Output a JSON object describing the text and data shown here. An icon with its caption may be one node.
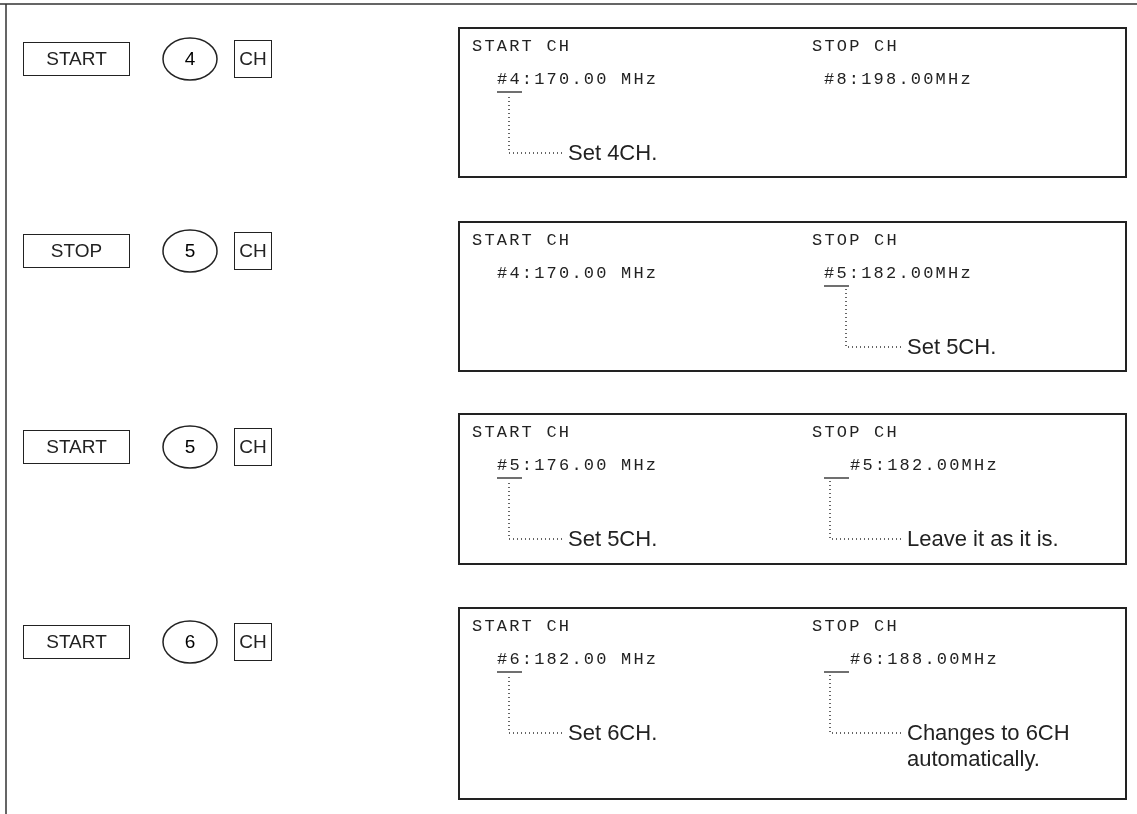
{
  "diagram": {
    "nodes": [
      {
        "text": [
          "START"
        ]
      },
      {
        "text": [
          "4"
        ]
      },
      {
        "text": [
          "CH"
        ]
      },
      {
        "text": [
          "START CH",
          "STOP CH",
          "#4:170.00 MHz",
          "#8:198.00MHz"
        ]
      },
      {
        "text": [
          "Set 4CH."
        ],
        "in": 3
      },
      {
        "text": [
          "STOP"
        ]
      },
      {
        "text": [
          "5"
        ]
      },
      {
        "text": [
          "CH"
        ]
      },
      {
        "text": [
          "START CH",
          "STOP CH",
          "#4:170.00 MHz",
          "#5:182.00MHz"
        ]
      },
      {
        "text": [
          "Set 5CH."
        ],
        "in": 8
      },
      {
        "text": [
          "START"
        ]
      },
      {
        "text": [
          "5"
        ]
      },
      {
        "text": [
          "CH"
        ]
      },
      {
        "text": [
          "START CH",
          "STOP CH",
          "#5:176.00 MHz",
          "#5:182.00MHz"
        ]
      },
      {
        "text": [
          "Set 5CH."
        ],
        "in": 13
      },
      {
        "text": [
          "Leave it as it is."
        ],
        "in": 13
      },
      {
        "text": [
          "START"
        ]
      },
      {
        "text": [
          "6"
        ]
      },
      {
        "text": [
          "CH"
        ]
      },
      {
        "text": [
          "START CH",
          "STOP CH",
          "#6:182.00 MHz",
          "#6:188.00MHz"
        ]
      },
      {
        "text": [
          "Set 6CH."
        ],
        "in": 19
      },
      {
        "text": [
          "Changes to 6CH automatically."
        ],
        "in": 19
      }
    ],
    "edges": [
      {
        "from": 4,
        "to": null,
        "arrow": "none",
        "style": "dashed"
      },
      {
        "from": 9,
        "to": null,
        "arrow": "none",
        "style": "dashed"
      },
      {
        "from": 14,
        "to": null,
        "arrow": "none",
        "style": "dashed"
      },
      {
        "from": 15,
        "to": null,
        "arrow": "none",
        "style": "dashed"
      },
      {
        "from": 20,
        "to": null,
        "arrow": "none",
        "style": "dashed"
      },
      {
        "from": 21,
        "to": null,
        "arrow": "none",
        "style": "dashed"
      }
    ]
  }
}
